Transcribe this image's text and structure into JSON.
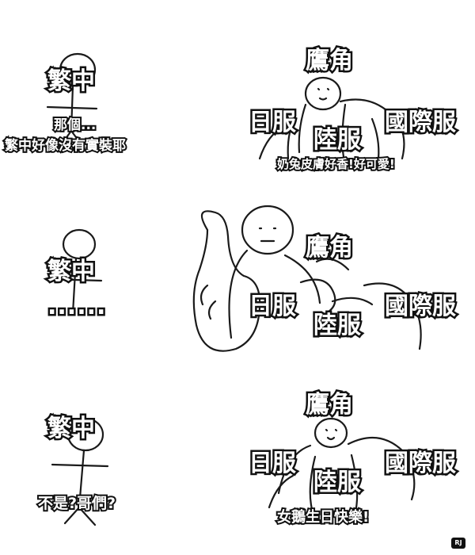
{
  "panels": [
    {
      "left": {
        "name": "繁中",
        "speech": [
          "那個...",
          "繁中好像沒有實裝耶"
        ]
      },
      "right": {
        "top": "鷹角",
        "left": "日服",
        "center": "陸服",
        "right": "國際服",
        "speech": "奶兔皮膚好香!好可愛!"
      }
    },
    {
      "left": {
        "name": "繁中",
        "speech": "......"
      },
      "right": {
        "top": "鷹角",
        "left": "日服",
        "center": "陸服",
        "right": "國際服"
      }
    },
    {
      "left": {
        "name": "繁中",
        "speech": "不是?哥們?"
      },
      "right": {
        "top": "鷹角",
        "left": "日服",
        "center": "陸服",
        "right": "國際服",
        "speech": "女鵝生日快樂!"
      }
    }
  ],
  "corner_tag": "RJ"
}
